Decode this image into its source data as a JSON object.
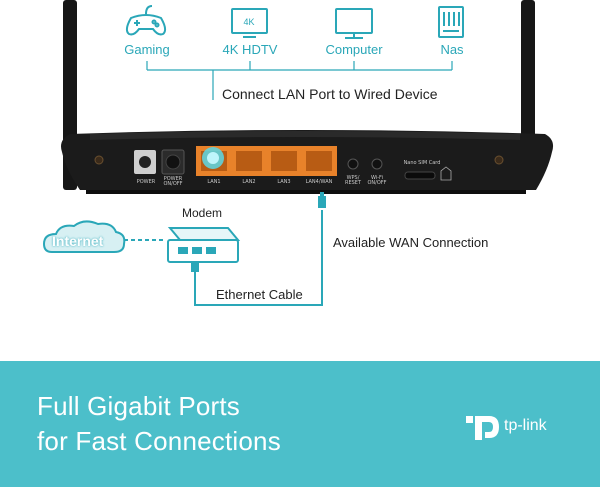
{
  "devices": [
    {
      "label": "Gaming",
      "icon": "gamepad-icon"
    },
    {
      "label": "4K HDTV",
      "icon": "tv-icon",
      "badge": "4K"
    },
    {
      "label": "Computer",
      "icon": "monitor-icon"
    },
    {
      "label": "Nas",
      "icon": "nas-icon"
    }
  ],
  "callouts": {
    "connect_lan": "Connect LAN Port to Wired Device",
    "wan": "Available WAN Connection",
    "ethernet": "Ethernet Cable"
  },
  "network": {
    "modem_label": "Modem",
    "internet_label": "Internet"
  },
  "router": {
    "power": "POWER",
    "power_onoff": "POWER\nON/OFF",
    "ports": [
      "LAN1",
      "LAN2",
      "LAN3",
      "LAN4/WAN"
    ],
    "wps": "WPS/\nRESET",
    "wifi": "Wi-Fi\nON/OFF",
    "sim": "Nano SIM Card"
  },
  "banner": {
    "line1": "Full Gigabit Ports",
    "line2": "for Fast Connections",
    "brand": "tp-link"
  },
  "colors": {
    "teal": "#2aa7b8",
    "banner": "#4cbfca",
    "port_orange": "#e8822a",
    "router_body": "#1b1b1b"
  }
}
